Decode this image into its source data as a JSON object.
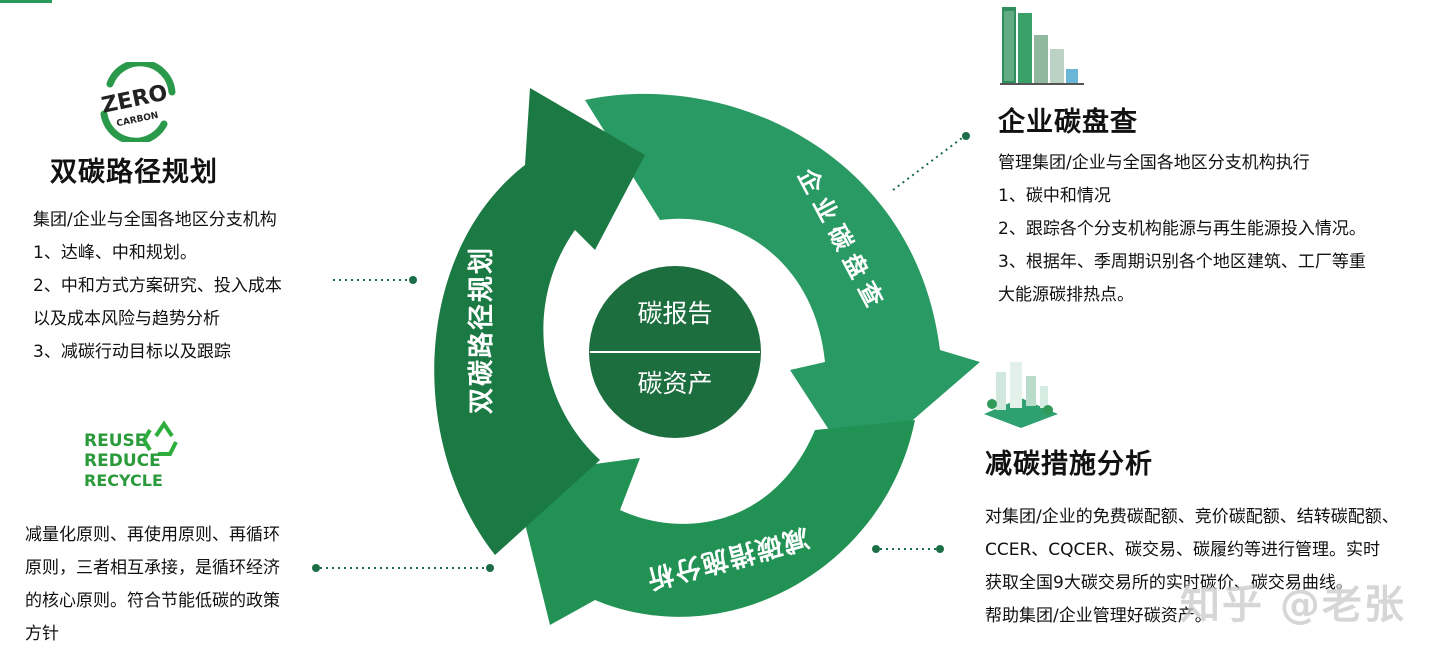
{
  "left_top": {
    "logo_text_zero": "ZERO",
    "logo_text_carbon": "CARBON",
    "title": "双碳路径规划",
    "lines": [
      "集团/企业与全国各地区分支机构",
      "1、达峰、中和规划。",
      "2、中和方式方案研究、投入成本",
      "以及成本风险与趋势分析",
      "3、减碳行动目标以及跟踪"
    ]
  },
  "left_bottom": {
    "logo_lines": [
      "REUSE",
      "REDUCE",
      "RECYCLE"
    ],
    "lines": [
      "减量化原则、再使用原则、再循环",
      "原则，三者相互承接，是循环经济",
      "的核心原则。符合节能低碳的政策",
      "方针"
    ]
  },
  "right_top": {
    "title": "企业碳盘查",
    "lines": [
      "管理集团/企业与全国各地区分支机构执行",
      "1、碳中和情况",
      "2、跟踪各个分支机构能源与再生能源投入情况。",
      "3、根据年、季周期识别各个地区建筑、工厂等重",
      "大能源碳排热点。"
    ]
  },
  "right_bottom": {
    "title": "减碳措施分析",
    "lines": [
      "对集团/企业的免费碳配额、竞价碳配额、结转碳配额、",
      "CCER、CQCER、碳交易、碳履约等进行管理。实时",
      "获取全国9大碳交易所的实时碳价、碳交易曲线。",
      "帮助集团/企业管理好碳资产。"
    ]
  },
  "cycle": {
    "arrow_left": "双碳路径规划",
    "arrow_right": "企业碳盘查",
    "arrow_bottom": "减碳措施分析",
    "center_top": "碳报告",
    "center_bottom": "碳资产"
  },
  "watermark": "知乎 @老张",
  "colors": {
    "dark_green": "#1b7a44",
    "mid_green": "#23955a",
    "light_green": "#2fa56e",
    "center_green": "#1c6e3f"
  }
}
